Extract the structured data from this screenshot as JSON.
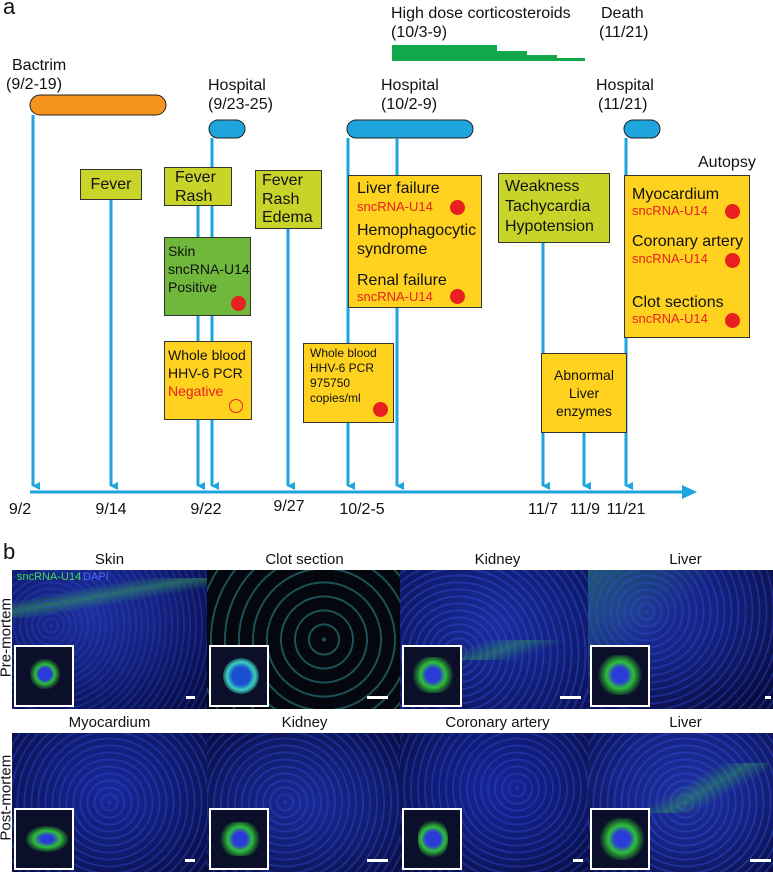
{
  "panel_a": {
    "label": "a",
    "top_labels": {
      "corticosteroids": "High dose corticosteroids",
      "corticosteroids_dates": "(10/3-9)",
      "death": "Death",
      "death_date": "(11/21)",
      "bactrim": "Bactrim",
      "bactrim_dates": "(9/2-19)",
      "hospital1": "Hospital",
      "hospital1_dates": "(9/23-25)",
      "hospital2": "Hospital",
      "hospital2_dates": "(10/2-9)",
      "hospital3": "Hospital",
      "hospital3_dates": "(11/21)",
      "autopsy": "Autopsy"
    },
    "events": {
      "fever": "Fever",
      "fever_rash": [
        "Fever",
        "Rash"
      ],
      "fever_rash_edema": [
        "Fever",
        "Rash",
        "Edema"
      ],
      "skin_box": [
        "Skin",
        "sncRNA-U14",
        "Positive"
      ],
      "whole_blood_1": [
        "Whole blood",
        "HHV-6 PCR",
        "Negative"
      ],
      "whole_blood_2": [
        "Whole blood",
        "HHV-6 PCR",
        "975750",
        "copies/ml"
      ],
      "liver_box": {
        "liver_failure": "Liver failure",
        "sncrna1": "sncRNA-U14",
        "hemophagocytic": [
          "Hemophagocytic",
          "syndrome"
        ],
        "renal_failure": "Renal failure",
        "sncrna2": "sncRNA-U14"
      },
      "weakness_box": [
        "Weakness",
        "Tachycardia",
        "Hypotension"
      ],
      "abnormal_box": [
        "Abnormal",
        "Liver",
        "enzymes"
      ],
      "autopsy_box": {
        "myocardium": "Myocardium",
        "sncrna1": "sncRNA-U14",
        "coronary": "Coronary artery",
        "sncrna2": "sncRNA-U14",
        "clot": "Clot sections",
        "sncrna3": "sncRNA-U14"
      }
    },
    "axis_dates": [
      "9/2",
      "9/14",
      "9/22",
      "9/27",
      "10/2-5",
      "11/7",
      "11/9",
      "11/21"
    ]
  },
  "panel_b": {
    "label": "b",
    "legend_green": "sncRNA-U14",
    "legend_blue": "DAPI",
    "row_pre": "Pre-mortem",
    "row_post": "Post-mortem",
    "pre_titles": [
      "Skin",
      "Clot section",
      "Kidney",
      "Liver"
    ],
    "post_titles": [
      "Myocardium",
      "Kidney",
      "Coronary artery",
      "Liver"
    ]
  },
  "colors": {
    "timeline": "#1ea5dd",
    "bactrim": "#f7941d",
    "hospital": "#1ea5dd",
    "steroid": "#12a84a",
    "lime": "#c9d42a",
    "yellow": "#ffd21f",
    "green": "#6fb83c",
    "red": "#e52020"
  }
}
